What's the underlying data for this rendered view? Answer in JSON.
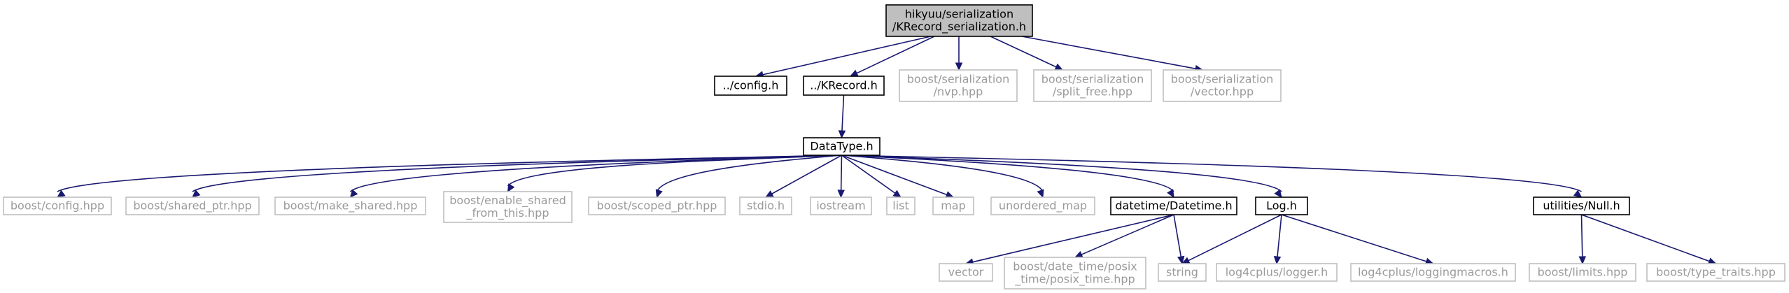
{
  "graph": {
    "colors": {
      "edge": "#191970",
      "internal_border": "#000000",
      "external_border": "#bfbfbf",
      "external_text": "#9a9a9a",
      "root_fill": "#bfbfbf"
    },
    "nodes": [
      {
        "id": "root",
        "lines": [
          "hikyuu/serialization",
          "/KRecord_serialization.h"
        ],
        "kind": "root"
      },
      {
        "id": "config_h",
        "lines": [
          "../config.h"
        ],
        "kind": "internal"
      },
      {
        "id": "krecord_h",
        "lines": [
          "../KRecord.h"
        ],
        "kind": "internal"
      },
      {
        "id": "nvp_hpp",
        "lines": [
          "boost/serialization",
          "/nvp.hpp"
        ],
        "kind": "external"
      },
      {
        "id": "split_free_hpp",
        "lines": [
          "boost/serialization",
          "/split_free.hpp"
        ],
        "kind": "external"
      },
      {
        "id": "vector_hpp",
        "lines": [
          "boost/serialization",
          "/vector.hpp"
        ],
        "kind": "external"
      },
      {
        "id": "datatype_h",
        "lines": [
          "DataType.h"
        ],
        "kind": "internal"
      },
      {
        "id": "boost_config_hpp",
        "lines": [
          "boost/config.hpp"
        ],
        "kind": "external"
      },
      {
        "id": "shared_ptr_hpp",
        "lines": [
          "boost/shared_ptr.hpp"
        ],
        "kind": "external"
      },
      {
        "id": "make_shared_hpp",
        "lines": [
          "boost/make_shared.hpp"
        ],
        "kind": "external"
      },
      {
        "id": "enable_shared_hpp",
        "lines": [
          "boost/enable_shared",
          "_from_this.hpp"
        ],
        "kind": "external"
      },
      {
        "id": "scoped_ptr_hpp",
        "lines": [
          "boost/scoped_ptr.hpp"
        ],
        "kind": "external"
      },
      {
        "id": "stdio_h",
        "lines": [
          "stdio.h"
        ],
        "kind": "external"
      },
      {
        "id": "iostream",
        "lines": [
          "iostream"
        ],
        "kind": "external"
      },
      {
        "id": "list",
        "lines": [
          "list"
        ],
        "kind": "external"
      },
      {
        "id": "map",
        "lines": [
          "map"
        ],
        "kind": "external"
      },
      {
        "id": "unordered_map",
        "lines": [
          "unordered_map"
        ],
        "kind": "external"
      },
      {
        "id": "datetime_h",
        "lines": [
          "datetime/Datetime.h"
        ],
        "kind": "internal"
      },
      {
        "id": "log_h",
        "lines": [
          "Log.h"
        ],
        "kind": "internal"
      },
      {
        "id": "null_h",
        "lines": [
          "utilities/Null.h"
        ],
        "kind": "internal"
      },
      {
        "id": "vector",
        "lines": [
          "vector"
        ],
        "kind": "external"
      },
      {
        "id": "posix_time_hpp",
        "lines": [
          "boost/date_time/posix",
          "_time/posix_time.hpp"
        ],
        "kind": "external"
      },
      {
        "id": "string",
        "lines": [
          "string"
        ],
        "kind": "external"
      },
      {
        "id": "logger_h",
        "lines": [
          "log4cplus/logger.h"
        ],
        "kind": "external"
      },
      {
        "id": "loggingmacros_h",
        "lines": [
          "log4cplus/loggingmacros.h"
        ],
        "kind": "external"
      },
      {
        "id": "limits_hpp",
        "lines": [
          "boost/limits.hpp"
        ],
        "kind": "external"
      },
      {
        "id": "type_traits_hpp",
        "lines": [
          "boost/type_traits.hpp"
        ],
        "kind": "external"
      }
    ],
    "edges": [
      [
        "root",
        "config_h"
      ],
      [
        "root",
        "krecord_h"
      ],
      [
        "root",
        "nvp_hpp"
      ],
      [
        "root",
        "split_free_hpp"
      ],
      [
        "root",
        "vector_hpp"
      ],
      [
        "krecord_h",
        "datatype_h"
      ],
      [
        "datatype_h",
        "boost_config_hpp"
      ],
      [
        "datatype_h",
        "shared_ptr_hpp"
      ],
      [
        "datatype_h",
        "make_shared_hpp"
      ],
      [
        "datatype_h",
        "enable_shared_hpp"
      ],
      [
        "datatype_h",
        "scoped_ptr_hpp"
      ],
      [
        "datatype_h",
        "stdio_h"
      ],
      [
        "datatype_h",
        "iostream"
      ],
      [
        "datatype_h",
        "list"
      ],
      [
        "datatype_h",
        "map"
      ],
      [
        "datatype_h",
        "unordered_map"
      ],
      [
        "datatype_h",
        "datetime_h"
      ],
      [
        "datatype_h",
        "log_h"
      ],
      [
        "datatype_h",
        "null_h"
      ],
      [
        "datetime_h",
        "vector"
      ],
      [
        "datetime_h",
        "posix_time_hpp"
      ],
      [
        "datetime_h",
        "string"
      ],
      [
        "log_h",
        "string"
      ],
      [
        "log_h",
        "logger_h"
      ],
      [
        "log_h",
        "loggingmacros_h"
      ],
      [
        "null_h",
        "limits_hpp"
      ],
      [
        "null_h",
        "type_traits_hpp"
      ]
    ]
  }
}
